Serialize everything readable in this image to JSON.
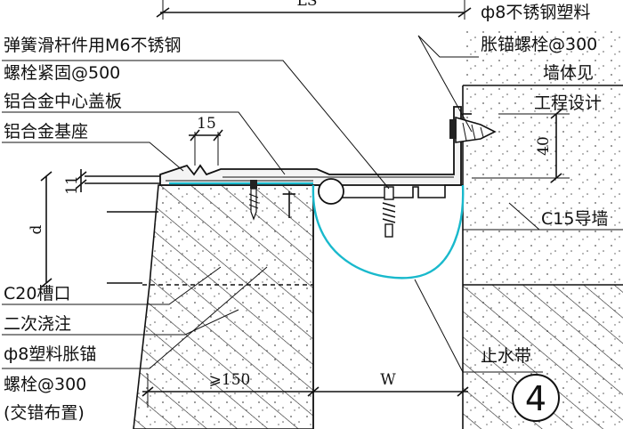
{
  "labels": {
    "top_left_1": "弹簧滑杆件用M6不锈钢",
    "top_left_2": "螺栓紧固@500",
    "cover_plate": "铝合金中心盖板",
    "base": "铝合金基座",
    "top_right_1": "ф8不锈钢塑料",
    "top_right_2": "胀锚螺栓@300",
    "wall_1": "墙体见",
    "wall_2": "工程设计",
    "guide_wall": "C15导墙",
    "groove": "C20槽口",
    "pour": "二次浇注",
    "anchor_1": "ф8塑料胀锚",
    "anchor_2": "螺栓@300",
    "anchor_3": "(交错布置)",
    "waterstop": "止水带"
  },
  "dimensions": {
    "top_span": "LS",
    "dim_15": "15",
    "dim_11": "11",
    "dim_d": "d",
    "dim_40": "40",
    "dim_150": "⩾150",
    "dim_w": "W"
  },
  "detail_number": "4",
  "colors": {
    "line": "#111111",
    "waterstop": "#19b9cc",
    "concrete_dot": "#555555"
  }
}
